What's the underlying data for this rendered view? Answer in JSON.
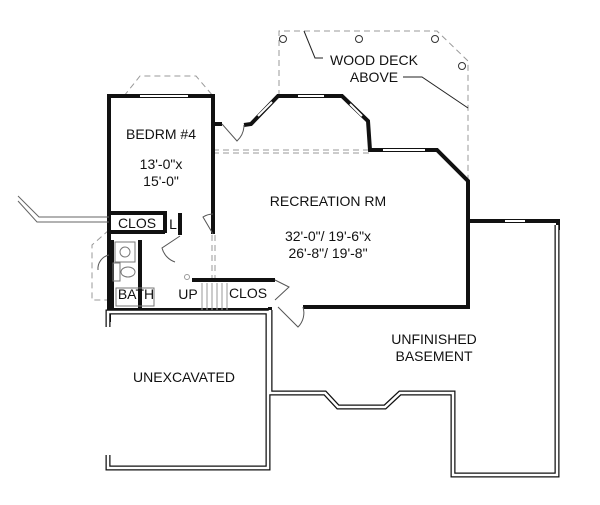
{
  "rooms": {
    "bedroom": {
      "name": "BEDRM #4",
      "dim1": "13'-0\"x",
      "dim2": "15'-0\""
    },
    "recreation": {
      "name": "RECREATION RM",
      "dim1": "32'-0\"/ 19'-6\"x",
      "dim2": "26'-8\"/ 19'-8\""
    },
    "closet1": "CLOS",
    "linen": "L",
    "bath": "BATH",
    "stairs": "UP",
    "closet2": "CLOS",
    "unexcavated": "UNEXCAVATED",
    "basement": {
      "line1": "UNFINISHED",
      "line2": "BASEMENT"
    },
    "deck": {
      "line1": "WOOD DECK",
      "line2": "ABOVE"
    }
  }
}
